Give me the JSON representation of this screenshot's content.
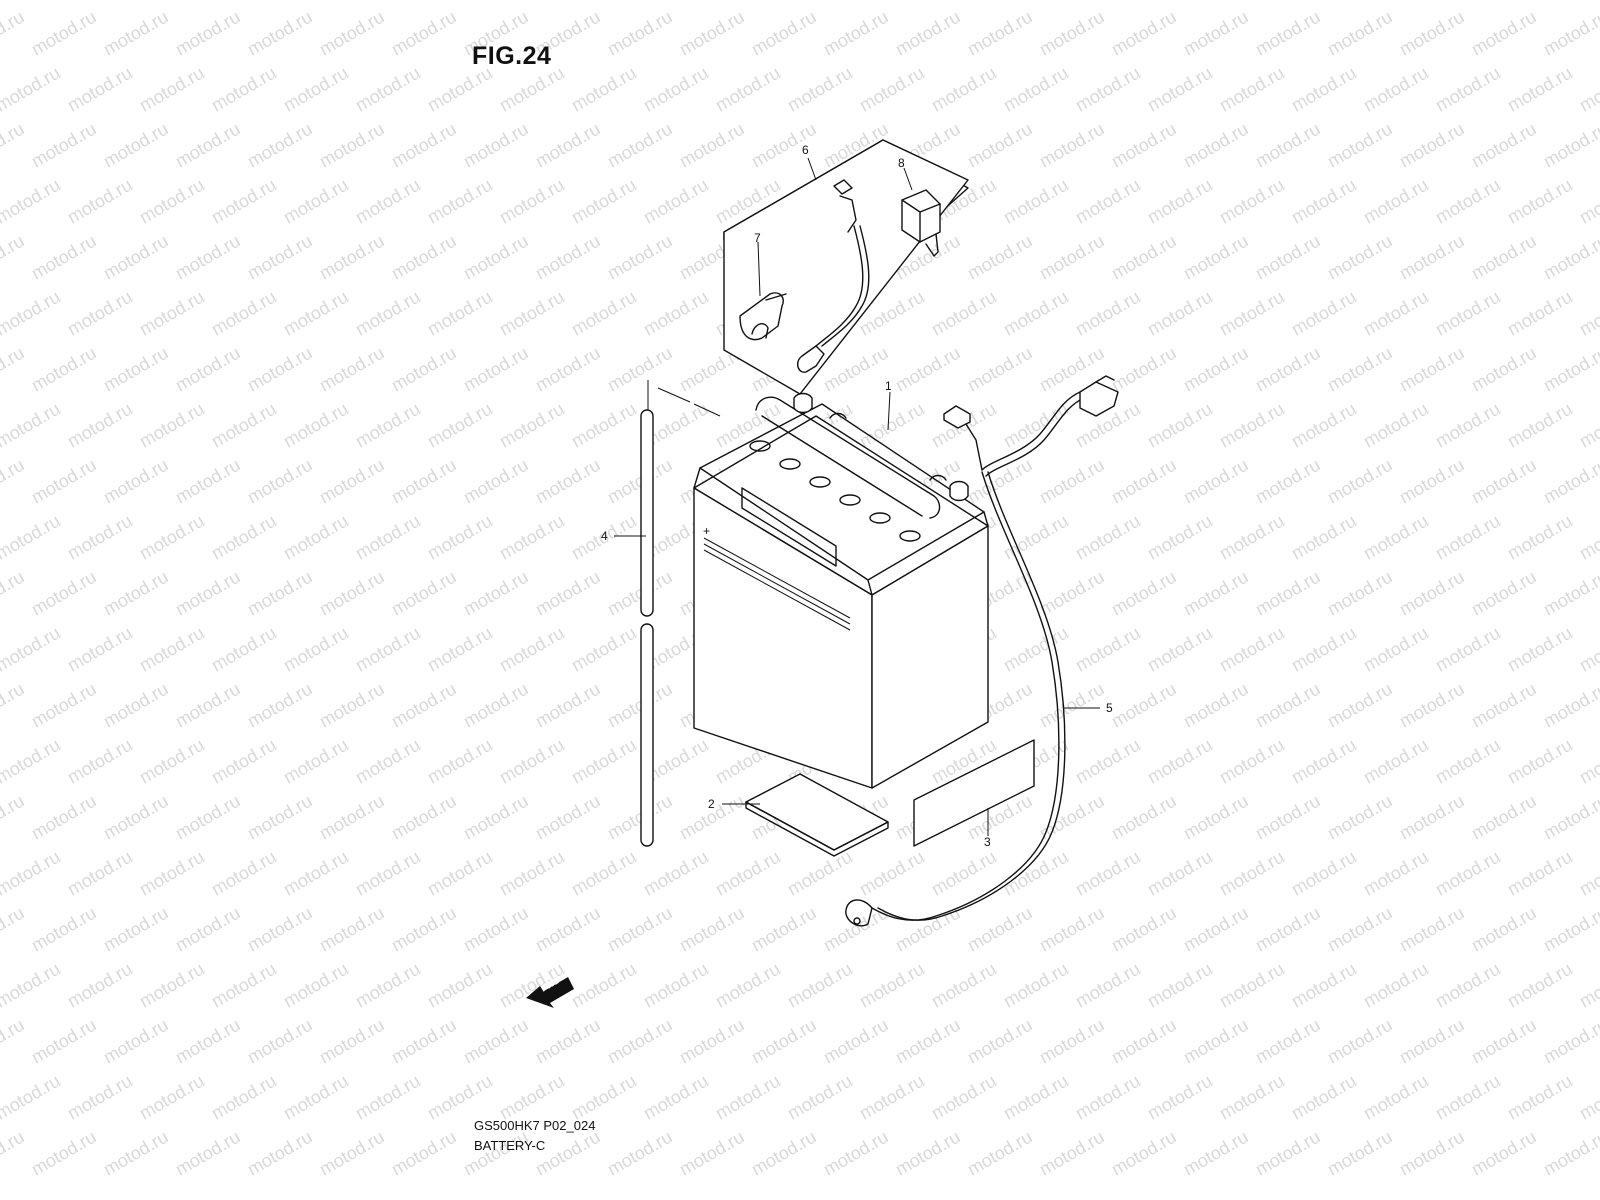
{
  "header": {
    "figure_title": "FIG.24"
  },
  "footer": {
    "model_code": "GS500HK7 P02_024",
    "section_name": "BATTERY-C"
  },
  "watermark": {
    "text": "motod.ru",
    "color": "#d9d9d9"
  },
  "direction_marker": {
    "label": "FWD",
    "icon": "forward-arrow-icon"
  },
  "callouts": [
    {
      "id": "1",
      "label": "1"
    },
    {
      "id": "2",
      "label": "2"
    },
    {
      "id": "3",
      "label": "3"
    },
    {
      "id": "4",
      "label": "4"
    },
    {
      "id": "5",
      "label": "5"
    },
    {
      "id": "6",
      "label": "6"
    },
    {
      "id": "7",
      "label": "7"
    },
    {
      "id": "8",
      "label": "8"
    }
  ],
  "colors": {
    "line": "#111111",
    "background": "#ffffff"
  }
}
